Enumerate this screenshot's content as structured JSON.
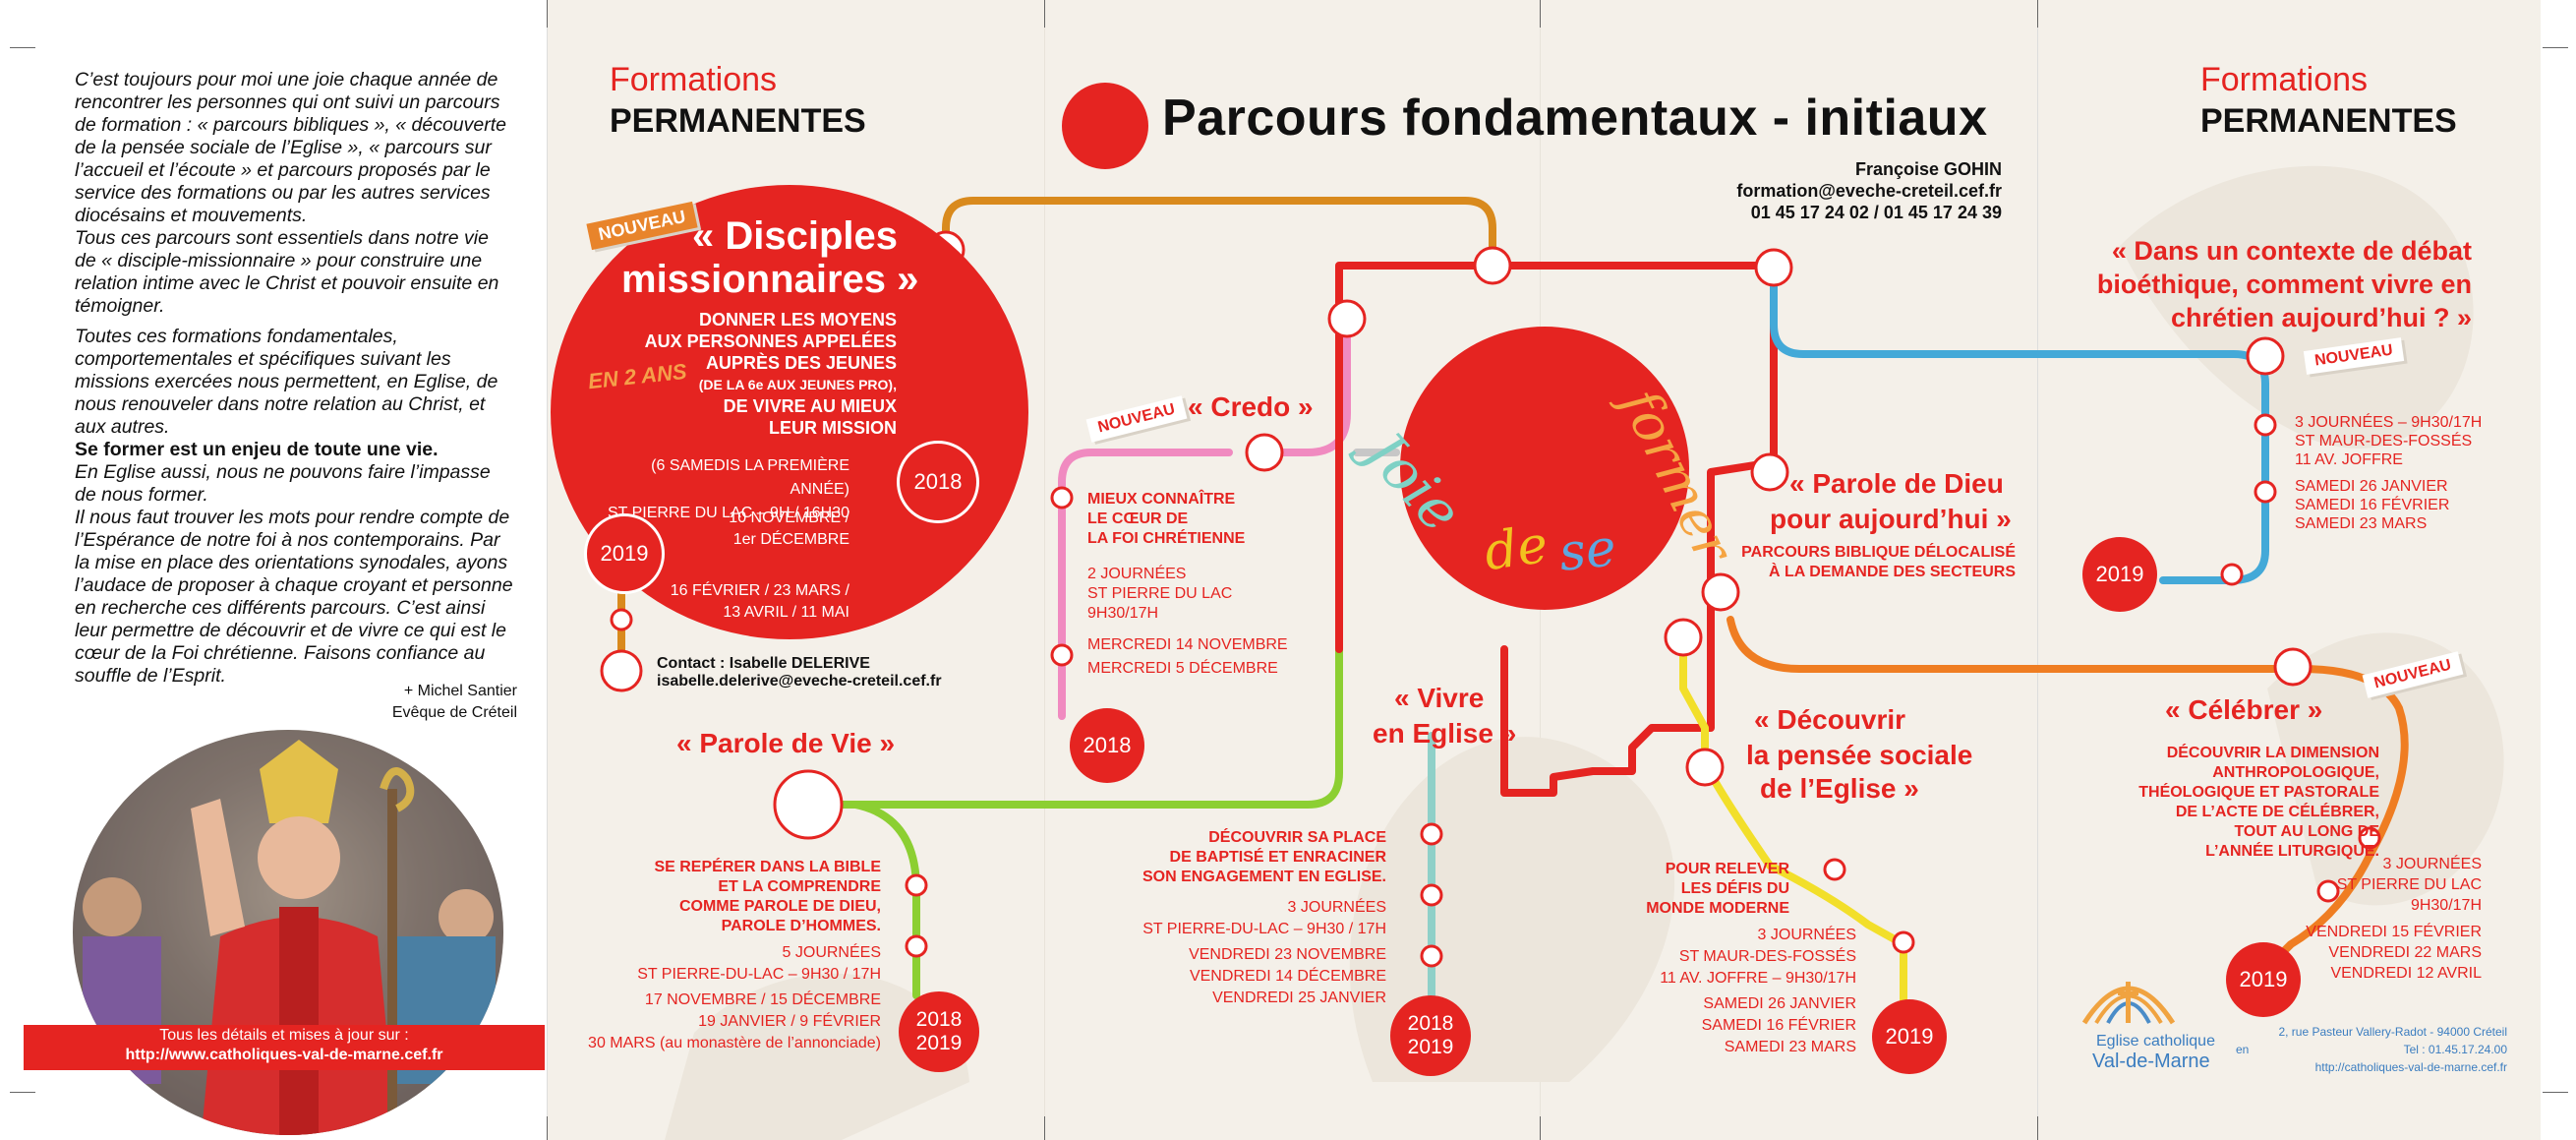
{
  "header": {
    "formations": "Formations",
    "permanentes": "PERMANENTES",
    "main_title": "Parcours fondamentaux - initiaux",
    "contact_name": "Françoise GOHIN",
    "contact_email": "formation@eveche-creteil.cef.fr",
    "contact_phone": "01 45 17 24 02 / 01 45 17 24 39"
  },
  "intro": {
    "p1": "C’est toujours pour moi une joie chaque année de rencontrer les personnes qui ont suivi un parcours de formation : « parcours bibliques », « découverte de la pensée sociale de l’Eglise », « parcours sur l’accueil et l’écoute » et parcours proposés par le service des formations ou par les autres services diocésains et mouvements.",
    "p2": "Tous ces parcours sont essentiels dans notre vie de « disciple-missionnaire » pour construire une relation intime avec le Christ et pouvoir ensuite en témoigner.",
    "p3": "Toutes ces formations fondamentales, comportementales et spécifiques suivant les missions exercées nous permettent, en Eglise, de nous renouveler dans notre relation au Christ, et aux autres.",
    "p4_strong": "Se former est un enjeu de toute une vie.",
    "p5": "En Eglise aussi, nous ne pouvons faire l’impasse de nous former.",
    "p6": "Il nous faut trouver les mots pour rendre compte de l’Espérance de notre foi à nos contemporains. Par la mise en place des orientations synodales, ayons l’audace de proposer à chaque croyant et personne en recherche ces différents parcours. C’est ainsi leur permettre de découvrir et de vivre ce qui est le cœur de la Foi chrétienne. Faisons confiance au souffle de l’Esprit.",
    "signature1": "+ Michel Santier",
    "signature2": "Evêque de Créteil",
    "details_label": "Tous les détails et mises à jour sur :",
    "details_url": "http://www.catholiques-val-de-marne.cef.fr"
  },
  "badge_new": "NOUVEAU",
  "disciples": {
    "title1": "« Disciples",
    "title2": "missionnaires »",
    "l1": "DONNER LES MOYENS",
    "l2": "AUX PERSONNES APPELÉES",
    "l3": "AUPRÈS DES JEUNES",
    "l4": "(DE LA 6e AUX JEUNES PRO),",
    "l5": "DE VIVRE AU MIEUX",
    "l6": "LEUR MISSION",
    "en2ans": "EN 2 ANS",
    "s1": "(6 SAMEDIS LA PREMIÈRE ANNÉE)",
    "s2": "ST PIERRE DU LAC – 9H / 16H30",
    "d1": "10 NOVEMBRE /",
    "d2": "1er DÉCEMBRE",
    "d3": "16 FÉVRIER / 23 MARS /",
    "d4": "13 AVRIL / 11 MAI",
    "y2018": "2018",
    "y2019": "2019",
    "contact1": "Contact : Isabelle DELERIVE",
    "contact2": "isabelle.delerive@eveche-creteil.cef.fr"
  },
  "credo": {
    "title": "« Credo »",
    "l1": "MIEUX CONNAÎTRE",
    "l2": "LE CŒUR DE",
    "l3": "LA FOI CHRÉTIENNE",
    "s1": "2 JOURNÉES",
    "s2": "ST PIERRE DU LAC",
    "s3": "9H30/17H",
    "s4": "MERCREDI 14 NOVEMBRE",
    "s5": "MERCREDI 5 DÉCEMBRE",
    "year": "2018"
  },
  "parole_vie": {
    "title": "« Parole de Vie »",
    "l1": "SE REPÉRER DANS LA BIBLE",
    "l2": "ET LA COMPRENDRE",
    "l3": "COMME PAROLE DE DIEU,",
    "l4": "PAROLE D’HOMMES.",
    "s1": "5 JOURNÉES",
    "s2": "ST PIERRE-DU-LAC – 9H30 / 17H",
    "s3": "17 NOVEMBRE / 15 DÉCEMBRE",
    "s4": "19 JANVIER / 9 FÉVRIER",
    "s5": "30 MARS (au monastère de l’annonciade)",
    "year1": "2018",
    "year2": "2019"
  },
  "joie": {
    "w1": "Joie",
    "w2": "de",
    "w3": "se",
    "w4": "former"
  },
  "vivre": {
    "title1": "« Vivre",
    "title2": "en Eglise »",
    "l1": "DÉCOUVRIR SA PLACE",
    "l2": "DE BAPTISÉ ET ENRACINER",
    "l3": "SON ENGAGEMENT EN EGLISE.",
    "s1": "3 JOURNÉES",
    "s2": "ST PIERRE-DU-LAC – 9H30 / 17H",
    "s3": "VENDREDI 23 NOVEMBRE",
    "s4": "VENDREDI 14 DÉCEMBRE",
    "s5": "VENDREDI 25 JANVIER",
    "year1": "2018",
    "year2": "2019"
  },
  "parole_dieu": {
    "title1": "« Parole de Dieu",
    "title2": "pour aujourd’hui »",
    "l1": "PARCOURS BIBLIQUE DÉLOCALISÉ",
    "l2": "À LA DEMANDE DES SECTEURS"
  },
  "pensee": {
    "title1": "« Découvrir",
    "title2": "la pensée sociale",
    "title3": "de l’Eglise »",
    "l1": "POUR RELEVER",
    "l2": "LES DÉFIS DU",
    "l3": "MONDE MODERNE",
    "s1": "3 JOURNÉES",
    "s2": "ST MAUR-DES-FOSSÉS",
    "s3": "11 AV. JOFFRE – 9H30/17H",
    "s4": "SAMEDI 26 JANVIER",
    "s5": "SAMEDI 16 FÉVRIER",
    "s6": "SAMEDI 23 MARS",
    "year": "2019"
  },
  "bioethique": {
    "title1": "« Dans un contexte de débat",
    "title2": "bioéthique, comment vivre en",
    "title3": "chrétien aujourd’hui ? »",
    "s1": "3 JOURNÉES  – 9H30/17H",
    "s2": "ST MAUR-DES-FOSSÉS",
    "s3": "11 AV. JOFFRE",
    "s4": "SAMEDI 26 JANVIER",
    "s5": "SAMEDI 16 FÉVRIER",
    "s6": "SAMEDI 23 MARS",
    "year": "2019"
  },
  "celebrer": {
    "title": "« Célébrer »",
    "l1": "DÉCOUVRIR LA DIMENSION",
    "l2": "ANTHROPOLOGIQUE,",
    "l3": "THÉOLOGIQUE ET PASTORALE",
    "l4": "DE L’ACTE DE CÉLÉBRER,",
    "l5": "TOUT AU LONG DE",
    "l6": "L’ANNÉE LITURGIQUE.",
    "s1": "3 JOURNÉES",
    "s2": "ST PIERRE DU LAC",
    "s3": "9H30/17H",
    "s4": "VENDREDI 15 FÉVRIER",
    "s5": "VENDREDI 22 MARS",
    "s6": "VENDREDI 12 AVRIL",
    "year": "2019"
  },
  "footer": {
    "logo1": "Eglise catholique",
    "logo_en": "en",
    "logo2": "Val-de-Marne",
    "addr": "2, rue Pasteur Vallery-Radot - 94000 Créteil",
    "tel": "Tel : 01.45.17.24.00",
    "url": "http://catholiques-val-de-marne.cef.fr"
  },
  "colors": {
    "red": "#e52421",
    "orange_line": "#d98a1d",
    "pink_line": "#f08ac0",
    "green_line": "#8ccf32",
    "teal_line": "#8fd0c8",
    "yellow_line": "#f2df2a",
    "blue_line": "#43a9d8",
    "orange2_line": "#ef7d22"
  }
}
